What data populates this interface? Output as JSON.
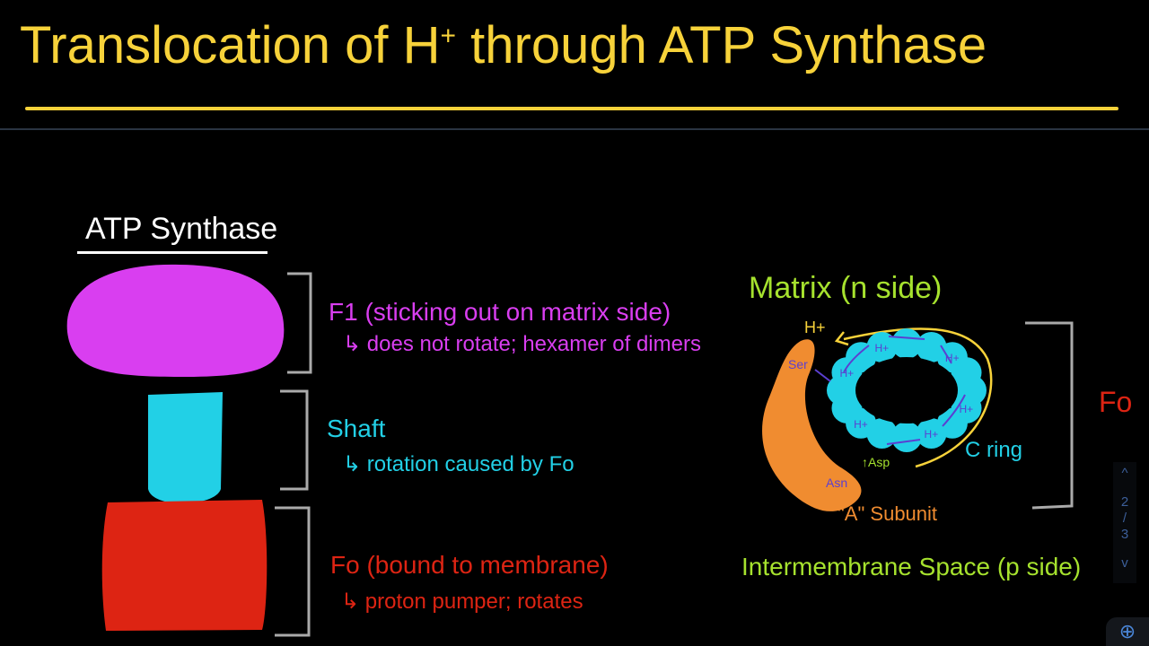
{
  "title": {
    "text": "Translocation of H",
    "sup": "+",
    "rest": " through ATP Synthase"
  },
  "left_diagram": {
    "label": "ATP Synthase",
    "colors": {
      "f1": "#d93ef0",
      "shaft": "#22d0e6",
      "fo": "#dd2413"
    }
  },
  "annotations": {
    "f1": {
      "line1": "F1 (sticking out on matrix side)",
      "line2": "↳ does not rotate; hexamer of dimers",
      "color": "#d93ef0"
    },
    "shaft": {
      "line1": "Shaft",
      "line2": "↳ rotation caused by Fo",
      "color": "#22d0e6"
    },
    "fo": {
      "line1": "Fo (bound to membrane)",
      "line2": "↳ proton pumper; rotates",
      "color": "#dd2413"
    }
  },
  "right_diagram": {
    "matrix": "Matrix (n side)",
    "ims": "Intermembrane Space (p side)",
    "fo_label": "Fo",
    "c_ring": "C ring",
    "a_subunit": "\"A\" Subunit",
    "ser": "Ser",
    "asn": "Asn",
    "asp": "↑Asp",
    "proton": "H+",
    "colors": {
      "ring": "#22d0e6",
      "a_subunit": "#f08c30",
      "arrows": "#5b3fd1",
      "label_green": "#a6e22e",
      "yellow": "#f7d23a"
    }
  },
  "pager": {
    "up": "^",
    "current": "2",
    "sep": "/",
    "total": "3",
    "down": "v"
  },
  "zoom_icon": "zoom-in-icon"
}
